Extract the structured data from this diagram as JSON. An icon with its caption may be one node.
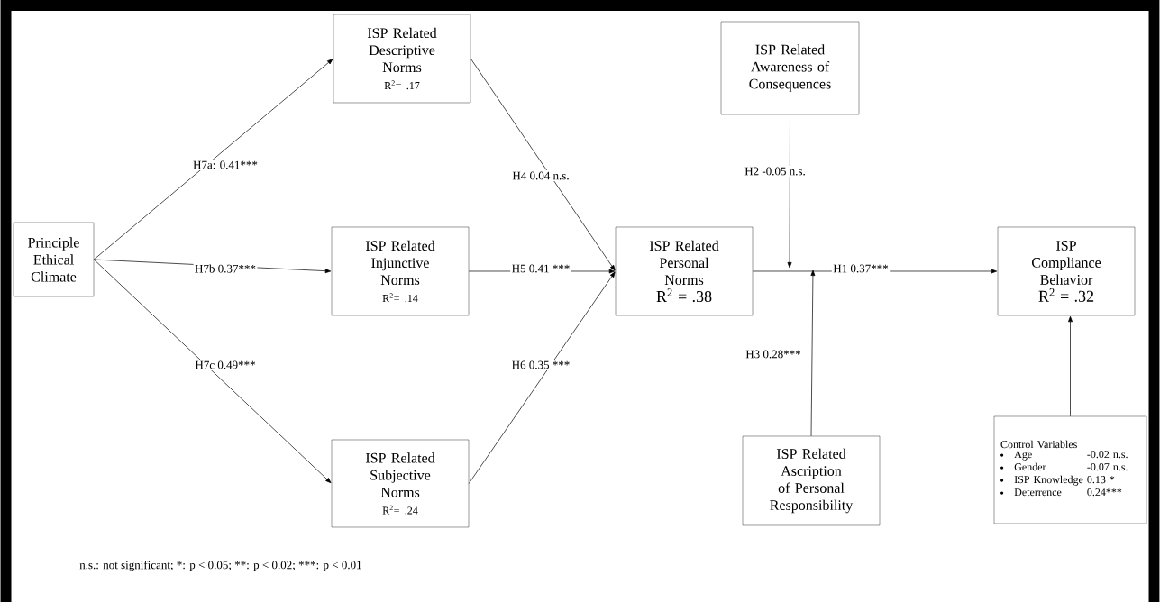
{
  "diagram": {
    "nodes": [
      {
        "text": [
          "Principle Ethical Climate"
        ]
      },
      {
        "text": [
          "ISP Related Descriptive Norms",
          "R$^{2}$= .17"
        ]
      },
      {
        "text": [
          "ISP Related Injunctive Norms",
          "R$^{2}$= .14"
        ]
      },
      {
        "text": [
          "ISP Related Subjective Norms",
          "R$^{2}$= .24"
        ]
      },
      {
        "text": [
          "ISP Related Personal Norms",
          "R$^{2}$ = .38"
        ]
      },
      {
        "text": [
          "ISP Related Awareness of Consequences"
        ]
      },
      {
        "text": [
          "ISP Related Ascription of Personal Responsibility"
        ]
      },
      {
        "text": [
          "ISP Compliance Behavior",
          "R$^{2}$ = .32"
        ]
      },
      {
        "text": [
          "Control Variables",
          "Age",
          "-0.02 n.s.",
          "Gender",
          "-0.07 n.s.",
          "ISP Knowledge",
          "0.13 *",
          "Deterrence",
          "0.24***"
        ]
      }
    ],
    "edges": [
      {
        "from": 0,
        "to": 1,
        "arrow": "to",
        "label": "H7a: 0.41***"
      },
      {
        "from": 0,
        "to": 2,
        "arrow": "to",
        "label": "H7b 0.37***"
      },
      {
        "from": 0,
        "to": 3,
        "arrow": "to",
        "label": "H7c 0.49***"
      },
      {
        "from": 1,
        "to": 4,
        "arrow": "to",
        "label": "H4 0.04 n.s."
      },
      {
        "from": 2,
        "to": 4,
        "arrow": "to",
        "label": "H5 0.41 ***"
      },
      {
        "from": 3,
        "to": 4,
        "arrow": "to",
        "label": "H6 0.35 ***"
      },
      {
        "from": 4,
        "to": 7,
        "arrow": "to",
        "label": "H1 0.37***"
      },
      {
        "from": 5,
        "to": null,
        "arrow": "to",
        "label": "H2 -0.05 n.s."
      },
      {
        "from": 6,
        "to": null,
        "arrow": "to",
        "label": "H3 0.28***"
      },
      {
        "from": 8,
        "to": 7,
        "arrow": "to"
      }
    ],
    "labels": [
      "n.s.:  not significant;",
      "*: p < 0.05;",
      "**: p < 0.02;",
      "***: p < 0.01"
    ]
  }
}
